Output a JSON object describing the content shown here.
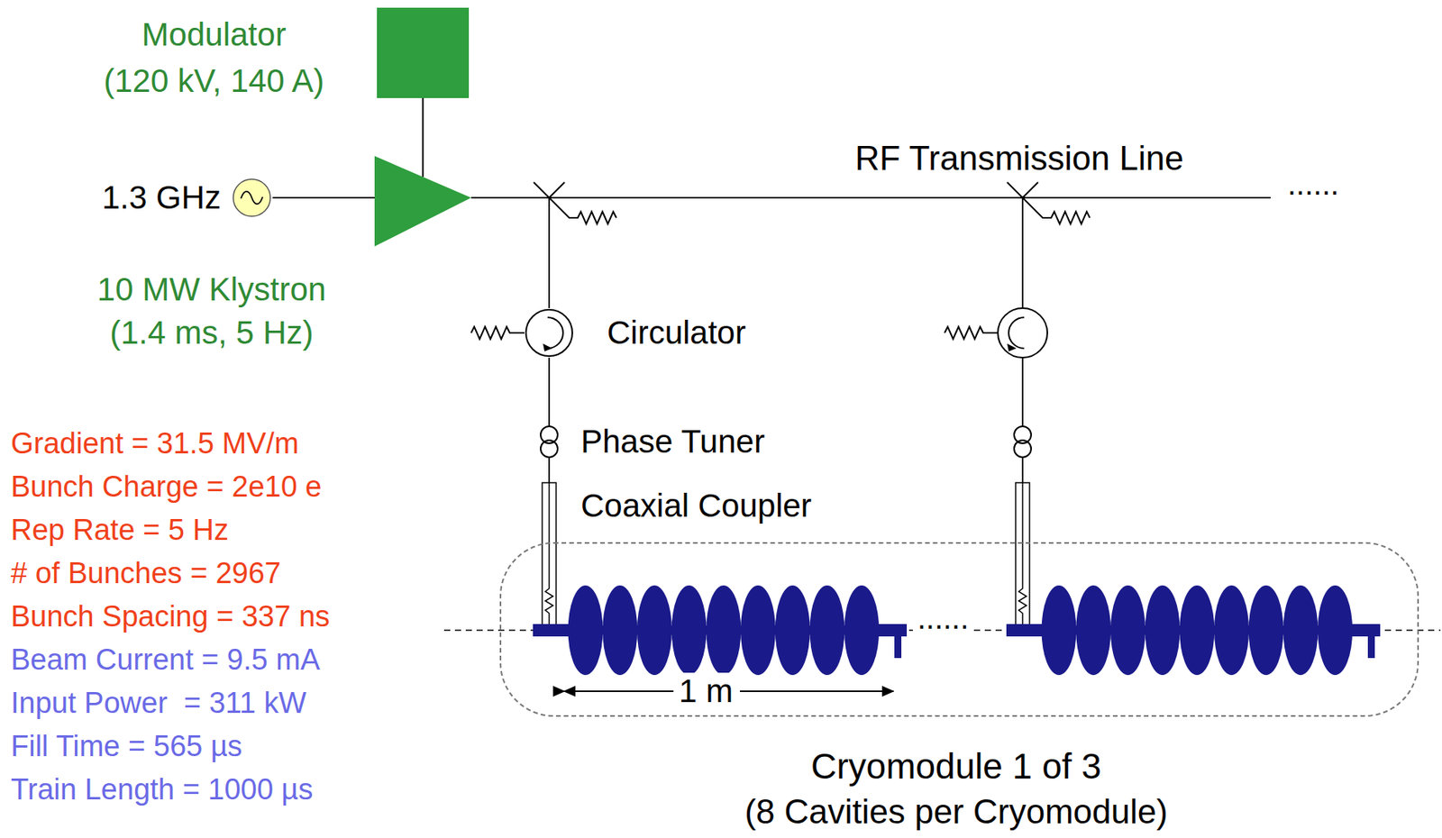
{
  "diagram": {
    "nodes": [
      {
        "text": [
          "Modulator",
          "(120 kV, 140 A)"
        ]
      },
      {
        "text": [
          "1.3 GHz"
        ]
      },
      {
        "text": [
          "10 MW Klystron",
          "(1.4 ms, 5 Hz)"
        ]
      },
      {
        "text": [
          "Circulator"
        ]
      },
      {
        "text": [
          "Cryomodule 1 of 3",
          "(8 Cavities per Cryomodule)"
        ]
      }
    ],
    "edges": [
      {
        "from": 0,
        "to": 2,
        "arrow": "none"
      },
      {
        "from": 1,
        "to": 2,
        "arrow": "none"
      }
    ],
    "labels": [
      "RF Transmission Line",
      "......",
      "Phase Tuner",
      "Coaxial Coupler",
      "1 m",
      "......",
      "Gradient = 31.5 MV/m",
      "Bunch Charge = 2e10 e",
      "Rep Rate = 5 Hz",
      "# of Bunches = 2967",
      "Bunch Spacing = 337 ns",
      "Beam Current = 9.5 mA",
      "Input Power  = 311 kW",
      "Fill Time = 565 µs",
      "Train Length = 1000 µs"
    ]
  }
}
